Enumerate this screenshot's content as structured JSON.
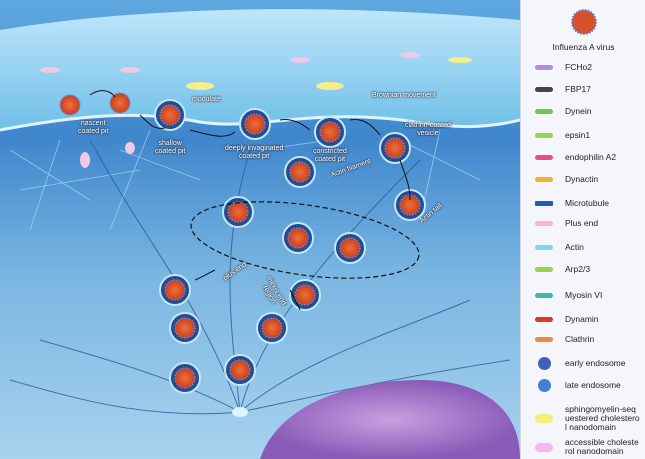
{
  "diagram_labels": {
    "nascent": "nascent\ncoated pit",
    "shallow": "shallow\ncoated pit",
    "deep": "deeply invaginated\ncoated pit",
    "constricted": "constricted\ncoated pit",
    "vesicle": "clathrin-coated\nvesicle",
    "modulate": "modulate",
    "brownian": "Brownian movement",
    "actin_filament": "Actin filament",
    "actin_tail": "Actin tail",
    "plus_end": "plus end",
    "minus_end": "minus end\nregion"
  },
  "legend": {
    "virus": "Influenza A virus",
    "items": [
      {
        "label": "FCHo2",
        "color": "#b48ce8"
      },
      {
        "label": "FBP17",
        "color": "#444444"
      },
      {
        "label": "Dynein",
        "color": "#7cc04a"
      },
      {
        "label": "epsin1",
        "color": "#9ad04a"
      },
      {
        "label": "endophilin A2",
        "color": "#e8507a"
      },
      {
        "label": "Dynactin",
        "color": "#f0b030"
      },
      {
        "label": "Microtubule",
        "color": "#1f5fb0"
      },
      {
        "label": "Plus end",
        "color": "#f4b8cc"
      },
      {
        "label": "Actin",
        "color": "#7fd6ec"
      },
      {
        "label": "Arp2/3",
        "color": "#9ad04a"
      },
      {
        "label": "Myosin VI",
        "color": "#3fb8a8"
      },
      {
        "label": "Dynamin",
        "color": "#d63a2a"
      },
      {
        "label": "Clathrin",
        "color": "#f08a40"
      },
      {
        "label": "early endosome",
        "color": "#3f5fb8"
      },
      {
        "label": "late endosome",
        "color": "#3f7fd8"
      },
      {
        "label": "sphingomyelin-sequestered cholesterol nanodomain",
        "color": "#f4ee7a"
      },
      {
        "label": "accessible cholesterol nanodomain",
        "color": "#f4b8ec"
      }
    ]
  }
}
